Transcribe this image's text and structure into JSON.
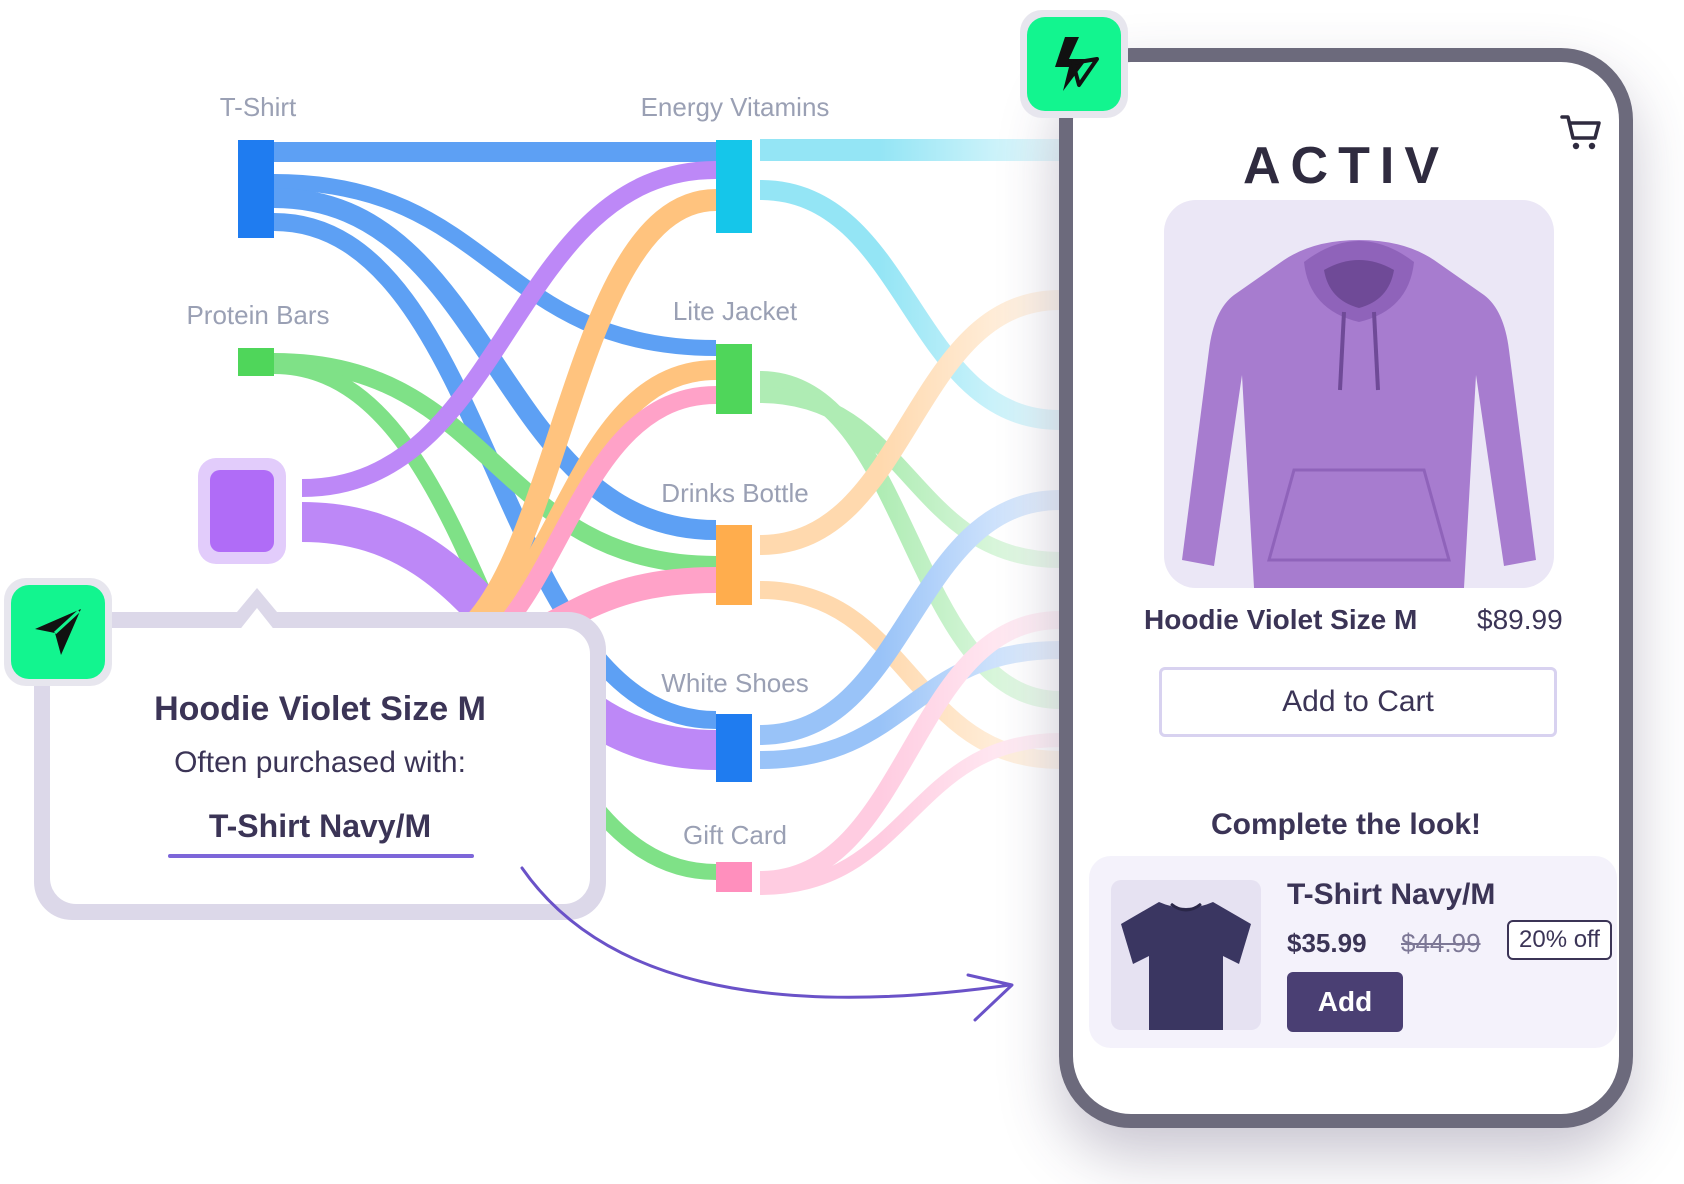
{
  "flow_nodes": [
    {
      "label": "T-Shirt",
      "color": "#1f7cf0"
    },
    {
      "label": "Protein Bars",
      "color": "#4fd65a"
    },
    {
      "label": "",
      "color": "#b06cf7"
    },
    {
      "label": "Energy Vitamins",
      "color": "#15c6ea"
    },
    {
      "label": "Lite Jacket",
      "color": "#4fd65a"
    },
    {
      "label": "Drinks Bottle",
      "color": "#ffad4d"
    },
    {
      "label": "White Shoes",
      "color": "#1f7cf0"
    },
    {
      "label": "Gift Card",
      "color": "#ff8fbd"
    }
  ],
  "popup": {
    "title": "Hoodie Violet Size M",
    "subtitle": "Often purchased with:",
    "link": "T-Shirt Navy/M"
  },
  "phone": {
    "logo": "ACTIV",
    "product_name": "Hoodie Violet Size M",
    "product_price": "$89.99",
    "add_to_cart_label": "Add to Cart",
    "complete_look": "Complete the look!",
    "recommendation": {
      "name": "T-Shirt Navy/M",
      "price": "$35.99",
      "old_price": "$44.99",
      "discount": "20% off",
      "add_label": "Add"
    }
  },
  "colors": {
    "badge": "#12f58f",
    "brand_dark": "#3b3456",
    "hoodie": "#a77ccf",
    "tshirt": "#3a3661"
  },
  "icons": {
    "phone_badge": "lightning-bolt-icon",
    "popup_badge": "navigation-arrow-icon",
    "cart": "cart-icon"
  }
}
